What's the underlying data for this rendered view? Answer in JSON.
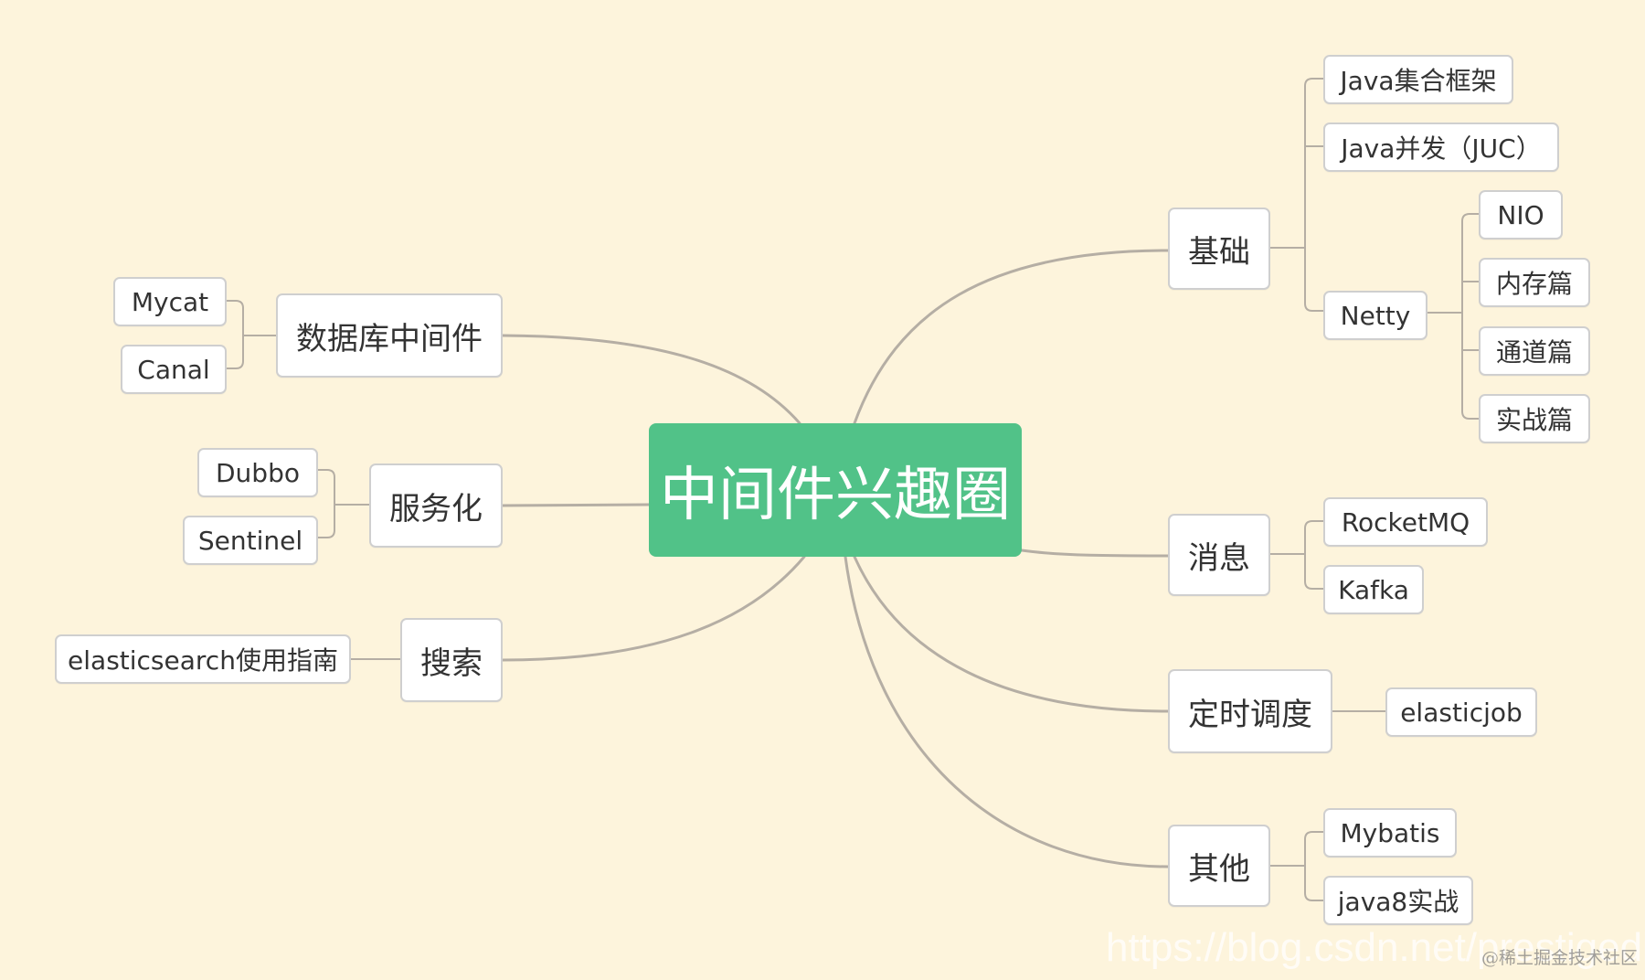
{
  "root": {
    "label": "中间件兴趣圈",
    "color": "#51c288"
  },
  "branches": {
    "basics": {
      "label": "基础",
      "children": {
        "collections": "Java集合框架",
        "juc": "Java并发（JUC）",
        "netty": "Netty"
      }
    },
    "netty": {
      "children": {
        "nio": "NIO",
        "memory": "内存篇",
        "channel": "通道篇",
        "practice": "实战篇"
      }
    },
    "database": {
      "label": "数据库中间件",
      "children": {
        "mycat": "Mycat",
        "canal": "Canal"
      }
    },
    "service": {
      "label": "服务化",
      "children": {
        "dubbo": "Dubbo",
        "sentinel": "Sentinel"
      }
    },
    "search": {
      "label": "搜索",
      "children": {
        "es_guide": "elasticsearch使用指南"
      }
    },
    "message": {
      "label": "消息",
      "children": {
        "rocketmq": "RocketMQ",
        "kafka": "Kafka"
      }
    },
    "schedule": {
      "label": "定时调度",
      "children": {
        "elasticjob": "elasticjob"
      }
    },
    "other": {
      "label": "其他",
      "children": {
        "mybatis": "Mybatis",
        "java8": "java8实战"
      }
    }
  },
  "watermark": {
    "url": "https://blog.csdn.net/prestigeding",
    "site": "@稀土掘金技术社区"
  },
  "colors": {
    "background": "#fdf4dc",
    "connector": "#b5aea4",
    "node_border": "#cfcfcf"
  }
}
